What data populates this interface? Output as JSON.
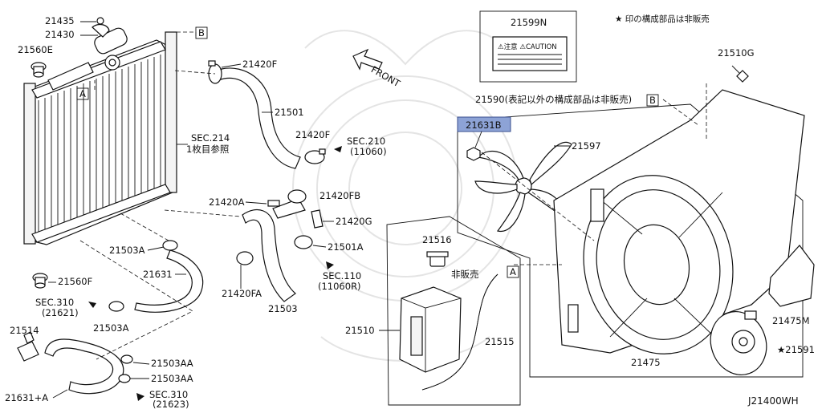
{
  "note": "★ 印の構成部品は非販売",
  "diagram_code": "J21400WH",
  "labels": {
    "p21435": "21435",
    "p21430": "21430",
    "p21560E": "21560E",
    "p21560F": "21560F",
    "p21420F_top": "21420F",
    "p21501": "21501",
    "p21420F_mid": "21420F",
    "sec214": "SEC.214",
    "sec214_sub": "1枚目参照",
    "sec210": "SEC.210",
    "sec210_sub": "(11060)",
    "p21420A": "21420A",
    "p21420FB": "21420FB",
    "p21420G": "21420G",
    "p21501A": "21501A",
    "sec110": "SEC.110",
    "sec110_sub": "(11060R)",
    "p21420FA": "21420FA",
    "p21503": "21503",
    "p21503A_top": "21503A",
    "p21631": "21631",
    "sec310a": "SEC.310",
    "sec310a_sub": "(21621)",
    "p21503A_bot": "21503A",
    "p21514": "21514",
    "p21503AA_1": "21503AA",
    "p21503AA_2": "21503AA",
    "p21631A": "21631+A",
    "sec310b": "SEC.310",
    "sec310b_sub": "(21623)",
    "p21599N": "21599N",
    "caution_text": "⚠注意 ⚠CAUTION",
    "p21590": "21590(表記以外の構成部品は非販売)",
    "p21631B": "21631B",
    "p21597": "21597",
    "p21510G": "21510G",
    "p21516": "21516",
    "hihanbai": "非販売",
    "p21510": "21510",
    "p21515": "21515",
    "p21475": "21475",
    "p21475M": "21475M",
    "p21591": "★21591",
    "front": "FRONT",
    "ref_a1": "A",
    "ref_a2": "A",
    "ref_b1": "B",
    "ref_b2": "B"
  }
}
